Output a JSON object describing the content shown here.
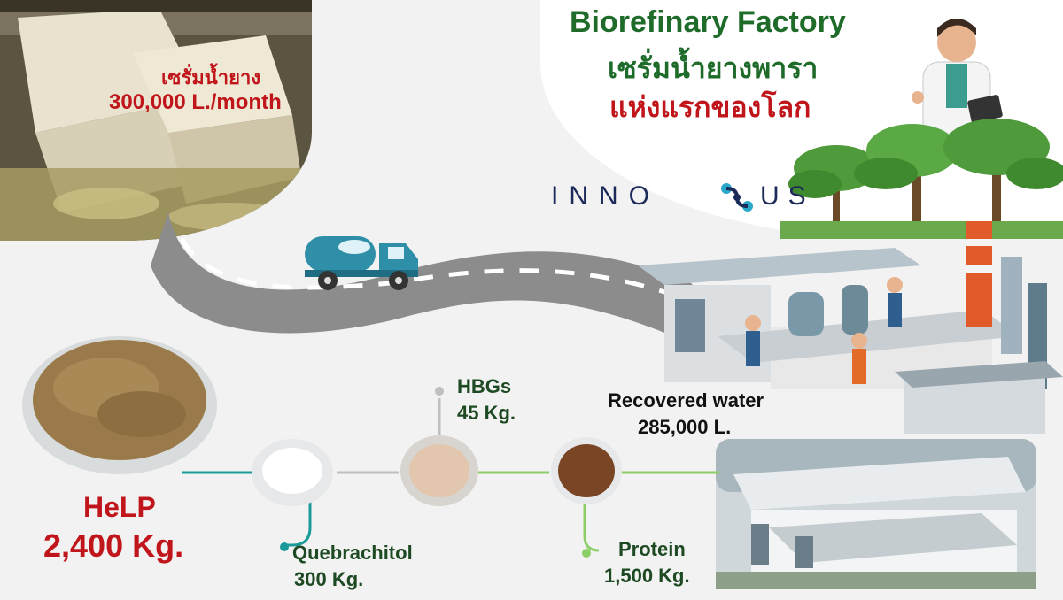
{
  "colors": {
    "title_green": "#1e6b2a",
    "title_red": "#c0161b",
    "accent_teal": "#1a9a98",
    "accent_lime": "#8ccf68",
    "accent_gray": "#bfbfbf",
    "road": "#8c8c8c",
    "truck_blue": "#2f8fa8",
    "logo_navy": "#1b2a59",
    "latex_label": "#c0161b",
    "help_label": "#c0161b",
    "dark_text": "#1e4a23"
  },
  "header": {
    "title_en": "Biorefinary Factory",
    "title_th_line1": "เซรั่มน้ำยางพารา",
    "title_th_line2": "แห่งแรกของโลก"
  },
  "logo": {
    "text_left": "INNO",
    "text_right": "US"
  },
  "latex_serum": {
    "label_th": "เซรั่มน้ำยาง",
    "volume": "300,000 L./month"
  },
  "recovered_water": {
    "label": "Recovered water",
    "amount": "285,000 L."
  },
  "products": {
    "help": {
      "name": "HeLP",
      "amount": "2,400 Kg."
    },
    "quebrachitol": {
      "name": "Quebrachitol",
      "amount": "300 Kg."
    },
    "hbgs": {
      "name": "HBGs",
      "amount": "45 Kg."
    },
    "protein": {
      "name": "Protein",
      "amount": "1,500 Kg."
    }
  }
}
